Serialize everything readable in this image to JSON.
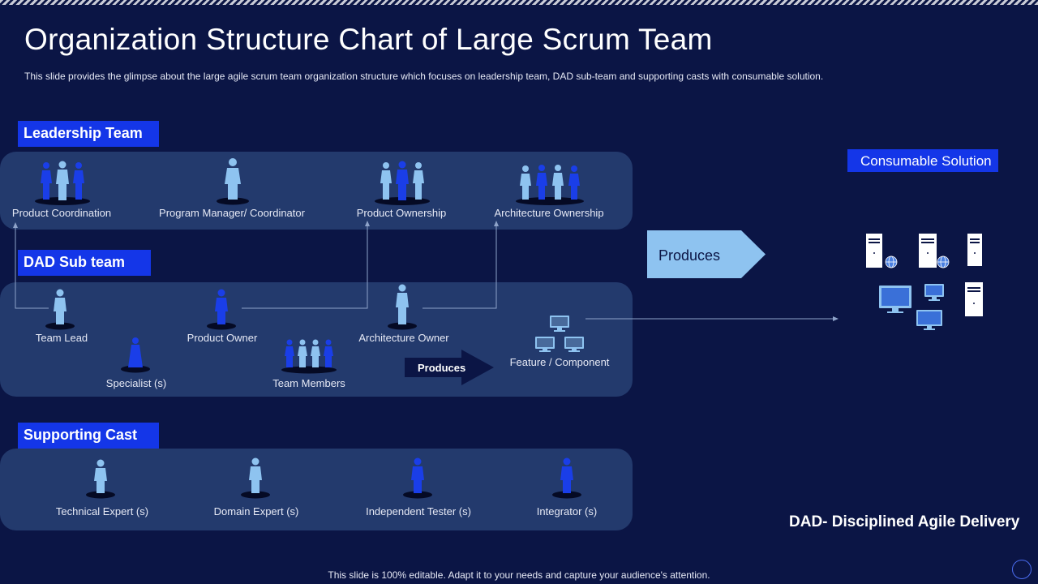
{
  "header": {
    "title": "Organization Structure Chart of Large Scrum Team",
    "subtitle": "This slide provides  the glimpse about the large agile scrum team organization  structure which focuses on leadership team, DAD sub-team and supporting casts with consumable solution."
  },
  "sections": {
    "leadership": {
      "label": "Leadership Team",
      "roles": [
        "Product Coordination",
        "Program Manager/ Coordinator",
        "Product Ownership",
        "Architecture Ownership"
      ]
    },
    "dad": {
      "label": "DAD Sub team",
      "roles": [
        "Team Lead",
        "Product Owner",
        "Architecture Owner",
        "Specialist (s)",
        "Team Members"
      ],
      "produces_label": "Produces",
      "output_label": "Feature / Component"
    },
    "supporting": {
      "label": "Supporting Cast",
      "roles": [
        "Technical Expert (s)",
        "Domain Expert (s)",
        "Independent Tester (s)",
        "Integrator (s)"
      ]
    }
  },
  "consumable": {
    "produces_label": "Produces",
    "label": "Consumable Solution"
  },
  "dad_note": "DAD- Disciplined Agile Delivery",
  "footer": "This slide is 100% editable. Adapt it to your needs and capture your audience's attention.",
  "colors": {
    "background": "#0b1545",
    "panel": "#233a6d",
    "accent_blue": "#1436e8",
    "figure_light": "#8ec3f0",
    "figure_dark": "#1a3ee8"
  }
}
